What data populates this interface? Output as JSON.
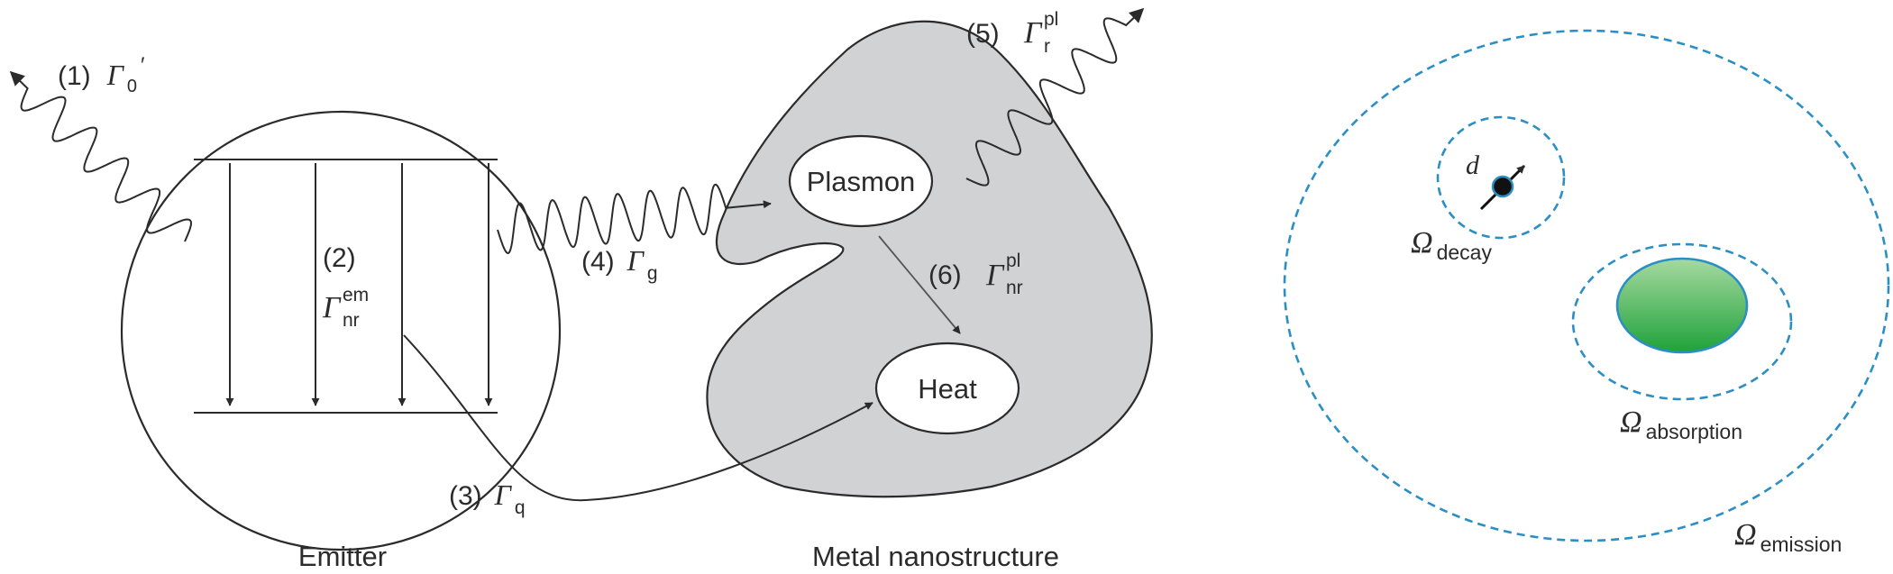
{
  "left_panel": {
    "emitter_label": "Emitter",
    "nanostructure_label": "Metal nanostructure",
    "plasmon_label": "Plasmon",
    "heat_label": "Heat",
    "process_1": {
      "num": "(1)",
      "sym": "Γ",
      "sub": "0",
      "prime": "′"
    },
    "process_2": {
      "num": "(2)",
      "sym": "Γ",
      "sup": "em",
      "sub": "nr"
    },
    "process_3": {
      "num": "(3)",
      "sym": "Γ",
      "sub": "q"
    },
    "process_4": {
      "num": "(4)",
      "sym": "Γ",
      "sub": "g"
    },
    "process_5": {
      "num": "(5)",
      "sym": "Γ",
      "sup": "pl",
      "sub": "r"
    },
    "process_6": {
      "num": "(6)",
      "sym": "Γ",
      "sup": "pl",
      "sub": "nr"
    }
  },
  "right_panel": {
    "dipole_label": "d",
    "omega_symbol": "Ω",
    "decay_sub": "decay",
    "absorption_sub": "absorption",
    "emission_sub": "emission",
    "colors": {
      "dashed": "#2b8fc5",
      "particle_light": "#a6d9a0",
      "particle_dark": "#1fa23a",
      "particle_edge": "#2b8fc5"
    }
  },
  "colors": {
    "ink": "#2b2b2b",
    "nanostructure_fill": "#d1d2d4"
  }
}
